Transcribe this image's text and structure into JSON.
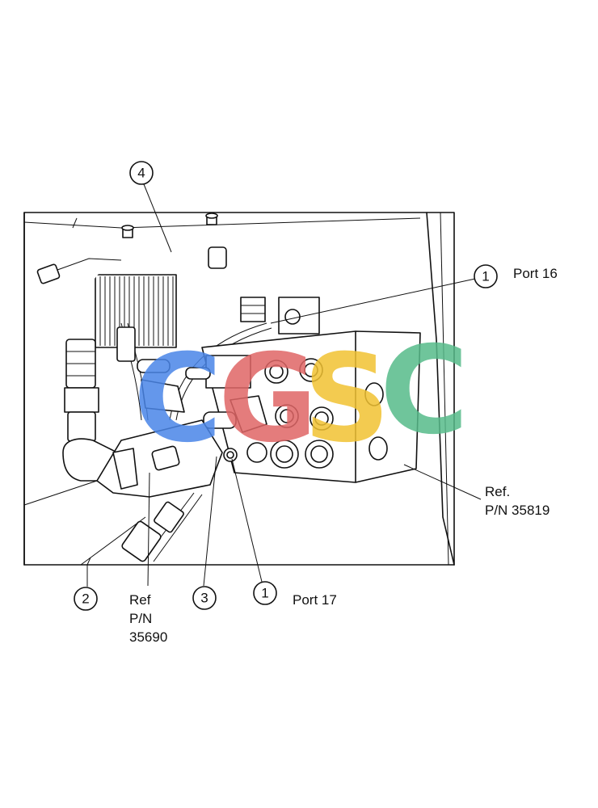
{
  "callouts": [
    {
      "id": "c4",
      "number": "4"
    },
    {
      "id": "c1a",
      "number": "1",
      "label": "Port 16"
    },
    {
      "id": "c2",
      "number": "2"
    },
    {
      "id": "c3",
      "number": "3"
    },
    {
      "id": "c1b",
      "number": "1",
      "label": "Port 17"
    }
  ],
  "labels": {
    "ref_35819_line1": "Ref.",
    "ref_35819_line2": "P/N 35819",
    "ref_35690_line1": "Ref",
    "ref_35690_line2": "P/N",
    "ref_35690_line3": "35690"
  },
  "watermark": {
    "letters": [
      "C",
      "G",
      "S",
      "C"
    ],
    "colors": [
      "#4a86e8",
      "#e06666",
      "#f1c232",
      "#57bb8a"
    ]
  }
}
